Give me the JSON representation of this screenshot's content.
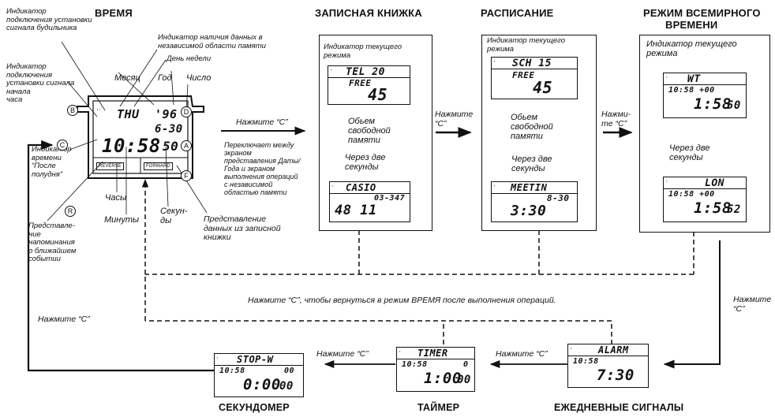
{
  "modes": {
    "time": "ВРЕМЯ",
    "notebook": "ЗАПИСНАЯ КНИЖКА",
    "schedule": "РАСПИСАНИЕ",
    "world_1": "РЕЖИМ ВСЕМИРНОГО",
    "world_2": "ВРЕМЕНИ",
    "stopwatch": "СЕКУНДОМЕР",
    "timer": "ТАЙМЕР",
    "alarms": "ЕЖЕДНЕВНЫЕ СИГНАЛЫ"
  },
  "time_labels": {
    "alarm_indicator": "Индикатор\nподключения установки\nсигнала будильника",
    "data_indicator": "Индикатор наличия данных в\nнезависимой области памяти",
    "weekday": "День недели",
    "month": "Месяц",
    "year": "Год",
    "date": "Число",
    "hourly_indicator": "Индикатор\nподключения\nустановки сигнала\nначала\nчаса",
    "pm_indicator": "Индикатор\nвремени\n“После\nполудня”",
    "hours": "Часы",
    "minutes": "Минуты",
    "seconds": "Секун-\nды",
    "reminder": "Представле-\nние\nнапоминания\nо ближайшем\nсобытии",
    "notebook_view": "Представление\nданных из записной\nкнижки"
  },
  "buttons": {
    "b": "B",
    "c": "C",
    "a": "A",
    "d": "D",
    "r": "R",
    "f": "F"
  },
  "watch": {
    "weekday": "THU",
    "year": "'96",
    "date": "6-30",
    "time": "10:58",
    "seconds": "50",
    "reverse": "REVERSE",
    "forward": "FORWARD"
  },
  "press": {
    "main": "Нажмите “C”",
    "main_note": "Переключает между\nэкраном\nпредставления Даты/\nГода и экраном\nвыполнения операций\nс независимой\nобластью памяти",
    "nb_sch": "Нажмите\n“C”",
    "sch_world": "Нажми-\nте “C”",
    "world_alarm": "Нажмите\n“C”",
    "alarm_timer": "Нажмите “C”",
    "timer_stop": "Нажмите “C”",
    "stop_time": "Нажмите “C”",
    "return": "Нажмите “C”, чтобы вернуться в режим ВРЕМЯ после выполнения операций."
  },
  "notebook": {
    "indicator": "Индикатор текущего\nрежима",
    "screen1": {
      "title": "TEL 20",
      "line2": "FREE",
      "big": "45"
    },
    "free": "Обьем\nсвободной\nпамяти",
    "wait": "Через две\nсекунды",
    "screen2": {
      "title": "CASIO",
      "line2": "03-347",
      "big": "48 11"
    }
  },
  "schedule": {
    "indicator": "Индикатор текущего\nрежима",
    "screen1": {
      "title": "SCH 15",
      "line2": "FREE",
      "big": "45"
    },
    "free": "Обьем\nсвободной\nпамяти",
    "wait": "Через две\nсекунды",
    "screen2": {
      "title": "MEETIN",
      "line2": "8-30",
      "big": "3:30"
    }
  },
  "world": {
    "indicator": "Индикатор текущего\nрежима",
    "screen1": {
      "title": "WT",
      "line2": "10:58 +00",
      "big": "1:58",
      "small": "50"
    },
    "wait": "Через две\nсекунды",
    "screen2": {
      "title": "LON",
      "line2": "10:58 +00",
      "big": "1:58",
      "small": "52"
    }
  },
  "stopwatch_screen": {
    "title": "STOP-W",
    "line2a": "10:58",
    "line2b": "00",
    "big": "0:00",
    "small": "00"
  },
  "timer_screen": {
    "title": "TIMER",
    "line2a": "10:58",
    "line2b": "0",
    "big": "1:00",
    "small": "00"
  },
  "alarm_screen": {
    "title": "ALARM",
    "line2": "10:58",
    "big": "7:30"
  }
}
